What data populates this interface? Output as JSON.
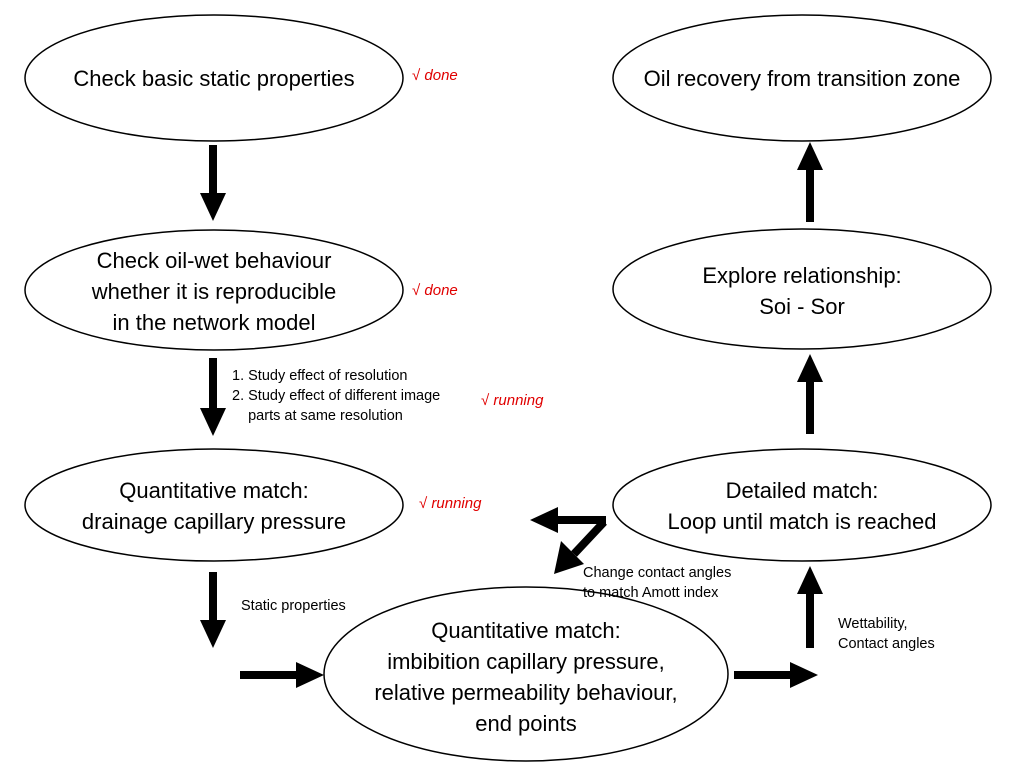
{
  "nodes": {
    "check_static": {
      "lines": [
        "Check basic static properties"
      ],
      "status": "√ done"
    },
    "check_oilwet": {
      "lines": [
        "Check oil-wet behaviour",
        "whether it is reproducible",
        "in the network model"
      ],
      "status": "√ done"
    },
    "drainage_match": {
      "lines": [
        "Quantitative match:",
        "drainage capillary pressure"
      ],
      "status": "√ running"
    },
    "imbibition_match": {
      "lines": [
        "Quantitative match:",
        "imbibition capillary pressure,",
        "relative permeability behaviour,",
        "end points"
      ]
    },
    "detailed_match": {
      "lines": [
        "Detailed match:",
        "Loop until match is reached"
      ]
    },
    "explore_relationship": {
      "lines": [
        "Explore relationship:",
        "Soi - Sor"
      ]
    },
    "oil_recovery": {
      "lines": [
        "Oil recovery from transition zone"
      ]
    }
  },
  "notes": {
    "resolution": {
      "lines": [
        "1. Study effect of resolution",
        "2. Study effect of different image",
        "    parts at same resolution"
      ],
      "status": "√ running"
    },
    "static_properties": {
      "lines": [
        "Static properties"
      ]
    },
    "contact_angles_change": {
      "lines": [
        "Change contact angles",
        "to match Amott index"
      ]
    },
    "wettability": {
      "lines": [
        "Wettability,",
        "Contact angles"
      ]
    }
  }
}
